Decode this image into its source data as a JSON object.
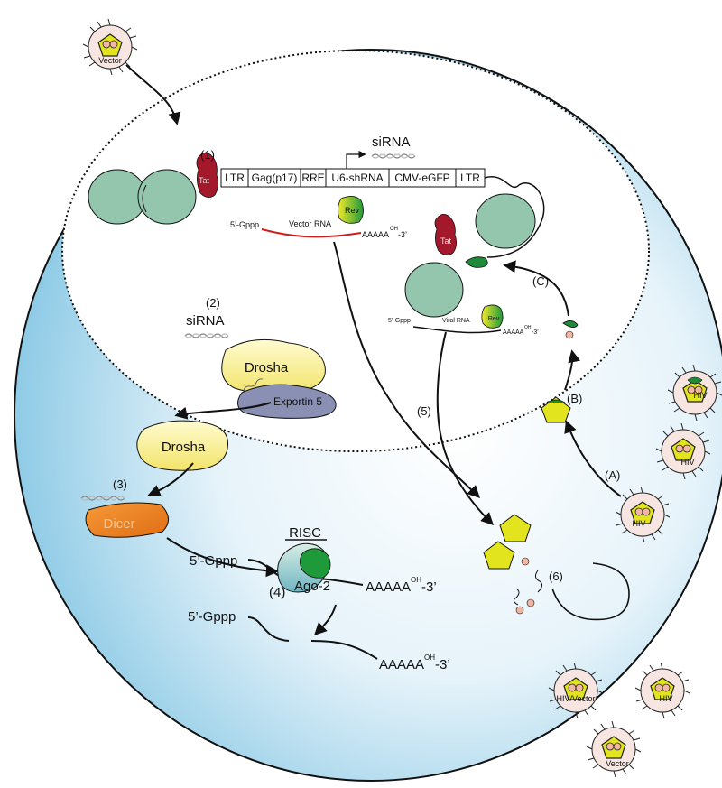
{
  "labels": {
    "vector_particle": "Vector",
    "step1": "(1)",
    "step2": "(2)",
    "step3": "(3)",
    "step4": "(4)",
    "step5": "(5)",
    "step6": "(6)",
    "stepA": "(A)",
    "stepB": "(B)",
    "stepC": "(C)",
    "sirna_top": "siRNA",
    "sirna_mid": "siRNA",
    "tat1": "Tat",
    "tat2": "Tat",
    "rev1": "Rev",
    "rev2": "Rev",
    "vector_rna_5": "5’-Gppp",
    "vector_rna_name": "Vector RNA",
    "vector_rna_3": "AAAAA",
    "vector_rna_oh": "OH",
    "vector_rna_3end": "-3’",
    "viral_rna_5": "5’-Gppp",
    "viral_rna_name": "Viral RNA",
    "viral_rna_3": "AAAAA",
    "viral_rna_oh": "OH",
    "viral_rna_3end": "-3’",
    "drosha1": "Drosha",
    "drosha2": "Drosha",
    "exportin": "Exportin 5",
    "dicer": "Dicer",
    "risc": "RISC",
    "ago2": "Ago-2",
    "risc_5": "5’-Gppp",
    "risc_3": "AAAAA",
    "risc_oh": "OH",
    "risc_3end": "-3’",
    "cleaved_5": "5’-Gppp",
    "cleaved_3": "AAAAA",
    "cleaved_oh": "OH",
    "cleaved_3end": "-3’",
    "hiv1": "HIV",
    "hiv2": "HIV",
    "hiv3": "HIV",
    "hiv4": "HIV",
    "hiv_vector": "HIV/Vector",
    "vector_bottom": "Vector"
  },
  "construct": [
    "LTR",
    "Gag(p17)",
    "RRE",
    "U6-shRNA",
    "CMV-eGFP",
    "LTR"
  ],
  "colors": {
    "cell_fill": "#8fcbe6",
    "histone": "#94c6ae",
    "tat": "#a3182a",
    "drosha": "#f7ee8e",
    "exportin": "#8a90b4",
    "dicer": "#ee7f22",
    "vector_rna": "#d11a1a",
    "capsid": "#e2e41e",
    "particle": "#f6e5e0"
  }
}
